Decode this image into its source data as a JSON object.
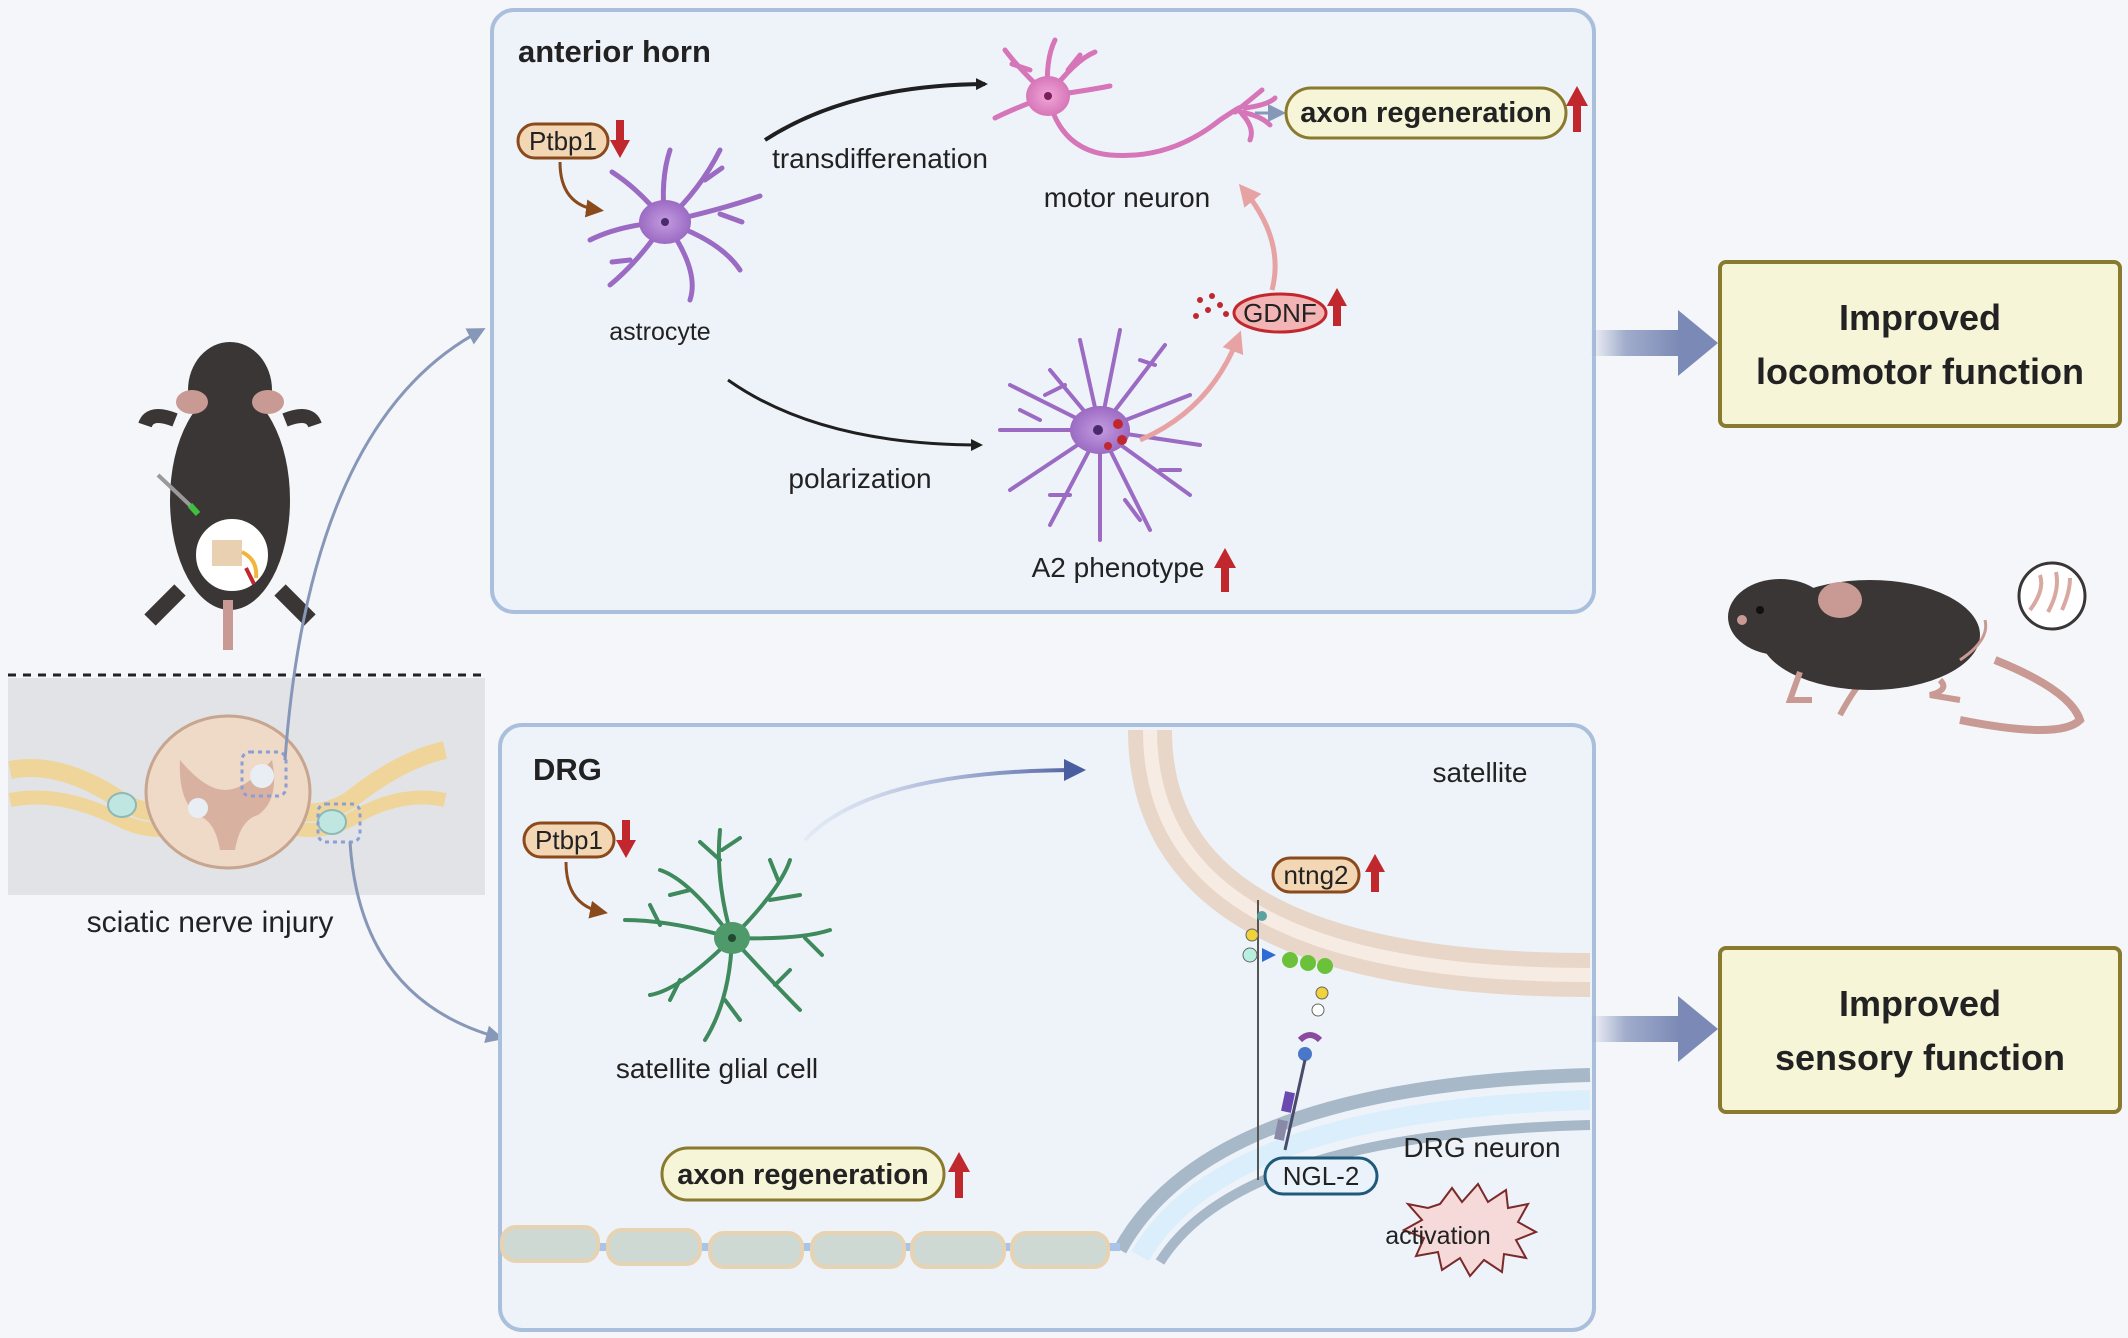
{
  "left": {
    "injury_label": "sciatic nerve injury"
  },
  "anterior": {
    "title": "anterior horn",
    "ptbp1": "Ptbp1",
    "astrocyte": "astrocyte",
    "transdiff": "transdifferenation",
    "motor_neuron": "motor neuron",
    "axon_regen": "axon regeneration",
    "polarization": "polarization",
    "a2": "A2 phenotype",
    "gdnf": "GDNF"
  },
  "drg": {
    "title": "DRG",
    "ptbp1": "Ptbp1",
    "sgc": "satellite glial cell",
    "satellite": "satellite",
    "ntng2": "ntng2",
    "drg_neuron": "DRG neuron",
    "ngl2": "NGL-2",
    "activation": "activation",
    "axon_regen": "axon regeneration"
  },
  "outcomes": {
    "locomotor_line1": "Improved",
    "locomotor_line2": "locomotor function",
    "sensory_line1": "Improved",
    "sensory_line2": "sensory function"
  },
  "colors": {
    "panel_bg": "#eef3fa",
    "panel_border": "#a9bfdc",
    "outcome_bg": "#f7f5d8",
    "outcome_border": "#8a7a2e",
    "up_arrow": "#c0282e",
    "astrocyte": "#9b6bc3",
    "motor_neuron": "#d676b8",
    "glial": "#3f8a5c"
  },
  "icons": [
    "mouse-top-view-icon",
    "mouse-side-view-icon",
    "spinal-cord-cross-section-icon",
    "astrocyte-icon",
    "motor-neuron-icon",
    "a2-astrocyte-icon",
    "satellite-glial-cell-icon",
    "up-arrow-icon",
    "down-arrow-icon"
  ]
}
